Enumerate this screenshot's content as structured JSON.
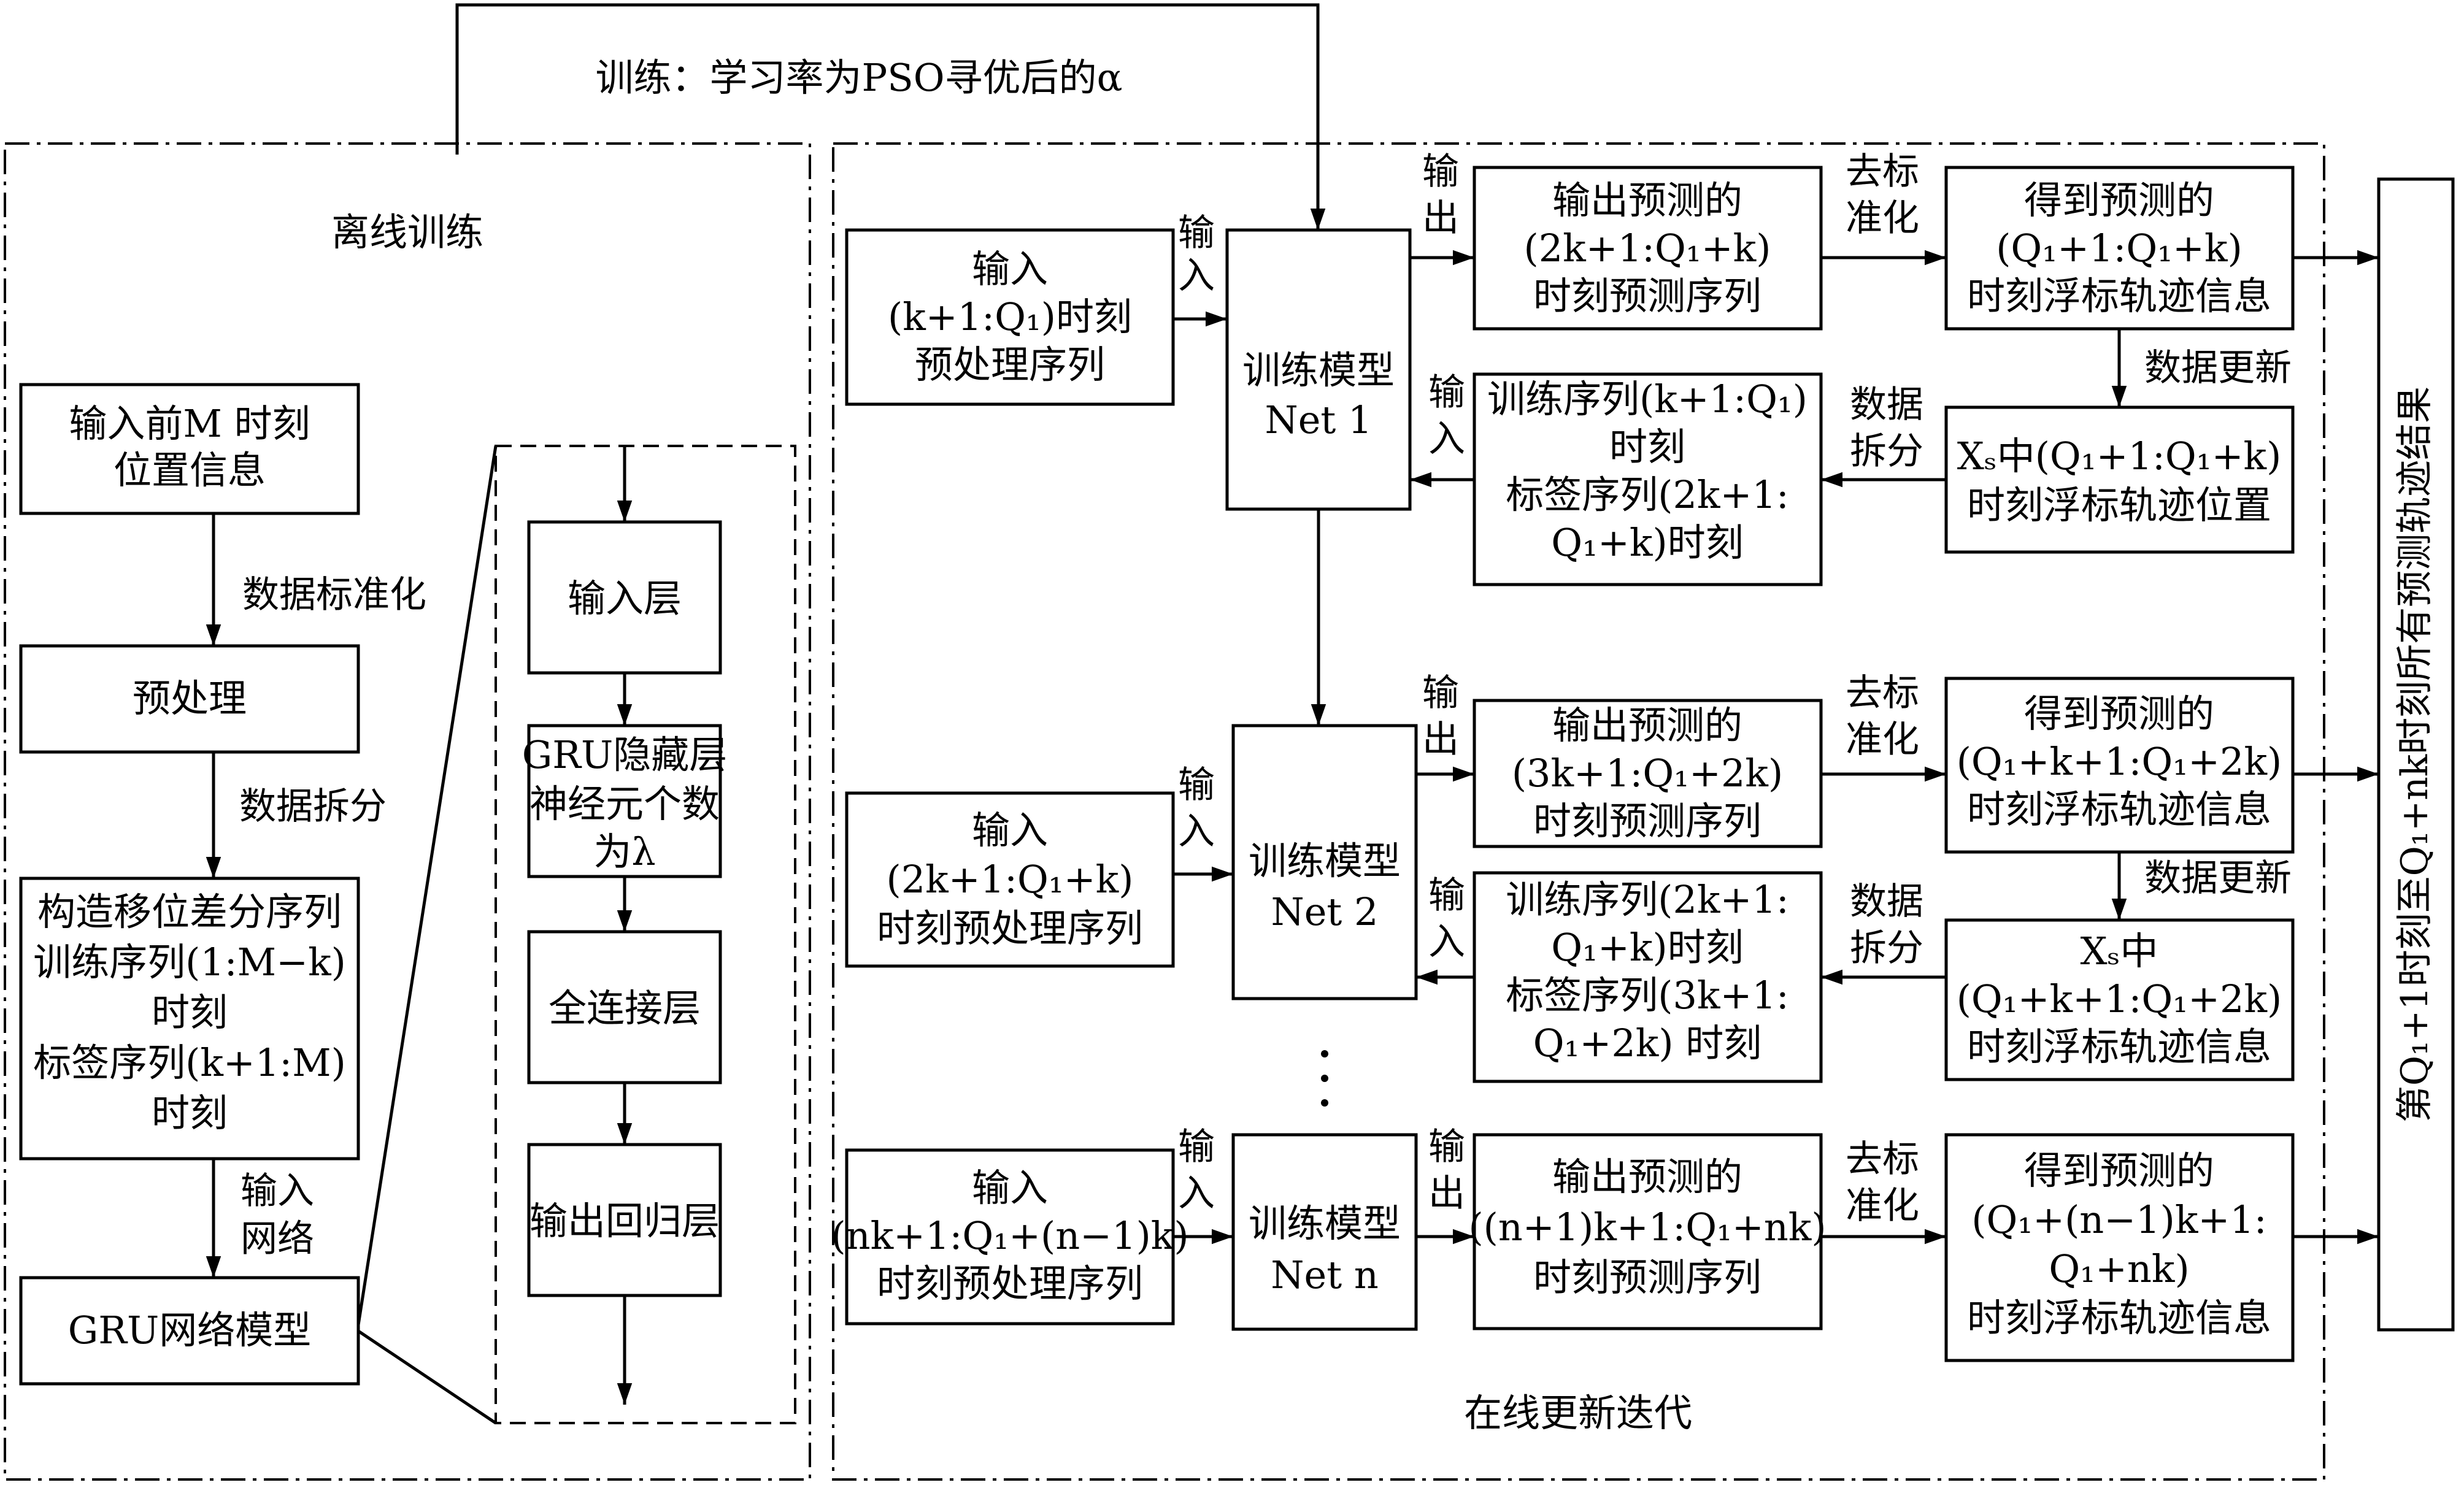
{
  "top_label": "训练：学习率为PSO寻优后的α",
  "offline": {
    "title": "离线训练",
    "input_box": [
      "输入前M 时刻",
      "位置信息"
    ],
    "standardize_label": "数据标准化",
    "preprocess_box": "预处理",
    "split_label": "数据拆分",
    "construct_box": [
      "构造移位差分序列",
      "训练序列(1:M−k)",
      "时刻",
      "标签序列(k+1:M)",
      "时刻"
    ],
    "input_net_label": [
      "输入",
      "网络"
    ],
    "gru_model_box": "GRU网络模型",
    "layers": {
      "input_layer": "输入层",
      "gru_hidden": [
        "GRU隐藏层",
        "神经元个数",
        "为λ"
      ],
      "fc_layer": "全连接层",
      "output_layer": "输出回归层"
    }
  },
  "online": {
    "title": "在线更新迭代",
    "arrow_labels": {
      "input": [
        "输",
        "入"
      ],
      "output": [
        "输",
        "出"
      ],
      "denorm": [
        "去标",
        "准化"
      ],
      "update": "数据更新",
      "split": [
        "数据",
        "拆分"
      ]
    },
    "row1": {
      "input_box": [
        "输入",
        "(k+1:Q₁)时刻",
        "预处理序列"
      ],
      "model": [
        "训练模型",
        "Net 1"
      ],
      "output_box": [
        "输出预测的",
        "(2k+1:Q₁+k)",
        "时刻预测序列"
      ],
      "result_box": [
        "得到预测的",
        "(Q₁+1:Q₁+k)",
        "时刻浮标轨迹信息"
      ],
      "train_box": [
        "训练序列(k+1:Q₁)",
        "时刻",
        "标签序列(2k+1:",
        "Q₁+k)时刻"
      ],
      "xs_box": [
        "Xₛ中(Q₁+1:Q₁+k)",
        "时刻浮标轨迹位置"
      ]
    },
    "row2": {
      "input_box": [
        "输入",
        "(2k+1:Q₁+k)",
        "时刻预处理序列"
      ],
      "model": [
        "训练模型",
        "Net 2"
      ],
      "output_box": [
        "输出预测的",
        "(3k+1:Q₁+2k)",
        "时刻预测序列"
      ],
      "result_box": [
        "得到预测的",
        "(Q₁+k+1:Q₁+2k)",
        "时刻浮标轨迹信息"
      ],
      "train_box": [
        "训练序列(2k+1:",
        "Q₁+k)时刻",
        "标签序列(3k+1:",
        "Q₁+2k) 时刻"
      ],
      "xs_box": [
        "Xₛ中",
        "(Q₁+k+1:Q₁+2k)",
        "时刻浮标轨迹信息"
      ]
    },
    "ellipsis": "·\n·\n·",
    "row3": {
      "input_box": [
        "输入",
        "(nk+1:Q₁+(n−1)k)",
        "时刻预处理序列"
      ],
      "model": [
        "训练模型",
        "Net n"
      ],
      "output_box": [
        "输出预测的",
        "((n+1)k+1:Q₁+nk)",
        "时刻预测序列"
      ],
      "result_box": [
        "得到预测的",
        "(Q₁+(n−1)k+1:",
        "Q₁+nk)",
        "时刻浮标轨迹信息"
      ]
    }
  },
  "final_box": "第Q₁+1时刻至Q₁+nk时刻所有预测轨迹结果"
}
